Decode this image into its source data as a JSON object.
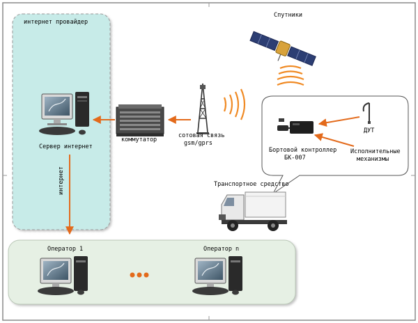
{
  "labels": {
    "isp": "интернет провайдер",
    "satellites": "Спутники",
    "server": "Сервер интернет",
    "switch": "коммутатор",
    "cellular_line1": "сотовая связь",
    "cellular_line2": "gsm/gprs",
    "controller_line1": "Бортовой контроллер",
    "controller_line2": "БК-007",
    "fuel_sensor": "ДУТ",
    "actuators_line1": "Исполнительные",
    "actuators_line2": "механизмы",
    "vehicle": "Транспортное средство",
    "internet_vertical": "интернет",
    "operator_1": "Оператор 1",
    "operator_n": "Оператор n"
  },
  "colors": {
    "isp_fill": "#c7ebe8",
    "operators_fill": "#e6f0e4",
    "arrow": "#e36a1b",
    "waves": "#f08a24"
  }
}
